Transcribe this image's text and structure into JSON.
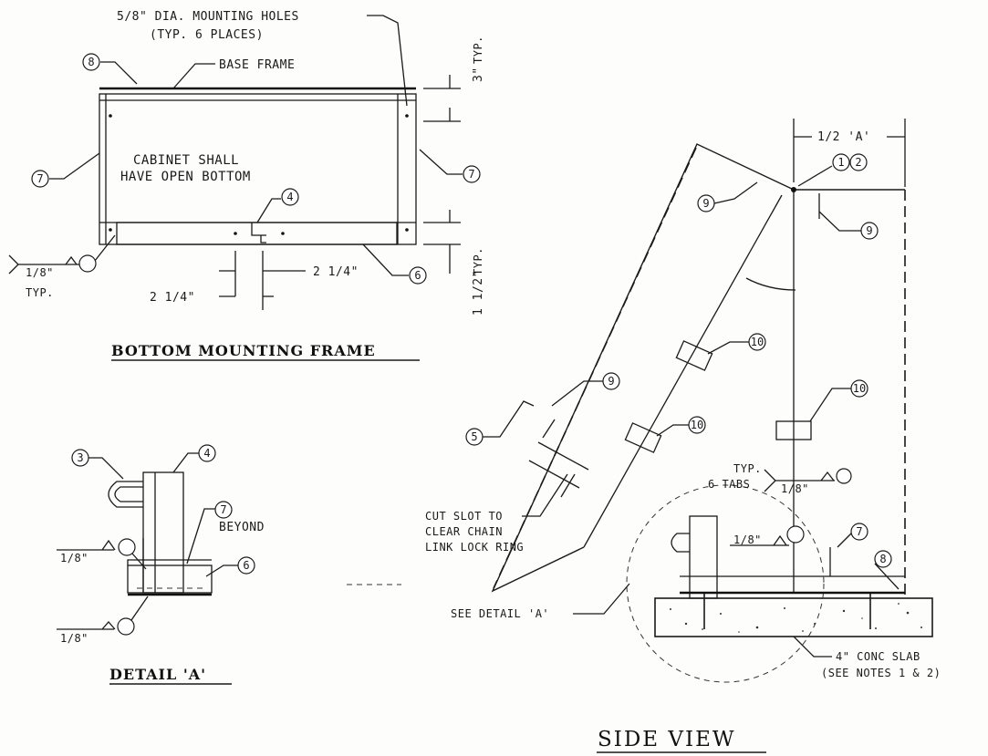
{
  "bottom_frame": {
    "mounting_holes_line1": "5/8\" DIA. MOUNTING HOLES",
    "mounting_holes_line2": "(TYP. 6 PLACES)",
    "base_frame": "BASE FRAME",
    "note_line1": "CABINET SHALL",
    "note_line2": "HAVE OPEN BOTTOM",
    "dim_top": "3\"",
    "dim_top_typ": "TYP.",
    "dim_side": "1 1/2\"",
    "dim_side_typ": "TYP.",
    "dim_left": "2 1/4\"",
    "dim_right": "2 1/4\"",
    "weld": "1/8\"",
    "weld_typ": "TYP.",
    "title": "BOTTOM MOUNTING FRAME",
    "callouts": {
      "c8": "8",
      "c7a": "7",
      "c7b": "7",
      "c4": "4",
      "c6": "6"
    }
  },
  "detail_a": {
    "beyond": "BEYOND",
    "weld1": "1/8\"",
    "weld2": "1/8\"",
    "title": "DETAIL 'A'",
    "callouts": {
      "c3": "3",
      "c4": "4",
      "c7": "7",
      "c6": "6"
    }
  },
  "side_view": {
    "dim_half": "1/2 'A'",
    "cut_slot_line1": "CUT SLOT TO",
    "cut_slot_line2": "CLEAR CHAIN",
    "cut_slot_line3": "LINK LOCK RING",
    "typ": "TYP.",
    "tabs": "6 TABS",
    "weld_tabs": "1/8\"",
    "weld_base": "1/8\"",
    "see_detail": "SEE DETAIL 'A'",
    "slab_line1": "4\" CONC SLAB",
    "slab_line2": "(SEE NOTES 1 & 2)",
    "title": "SIDE VIEW",
    "callouts": {
      "c1": "1",
      "c2": "2",
      "c9a": "9",
      "c9b": "9",
      "c9c": "9",
      "c10a": "10",
      "c10b": "10",
      "c10c": "10",
      "c5": "5",
      "c7": "7",
      "c8": "8"
    }
  }
}
